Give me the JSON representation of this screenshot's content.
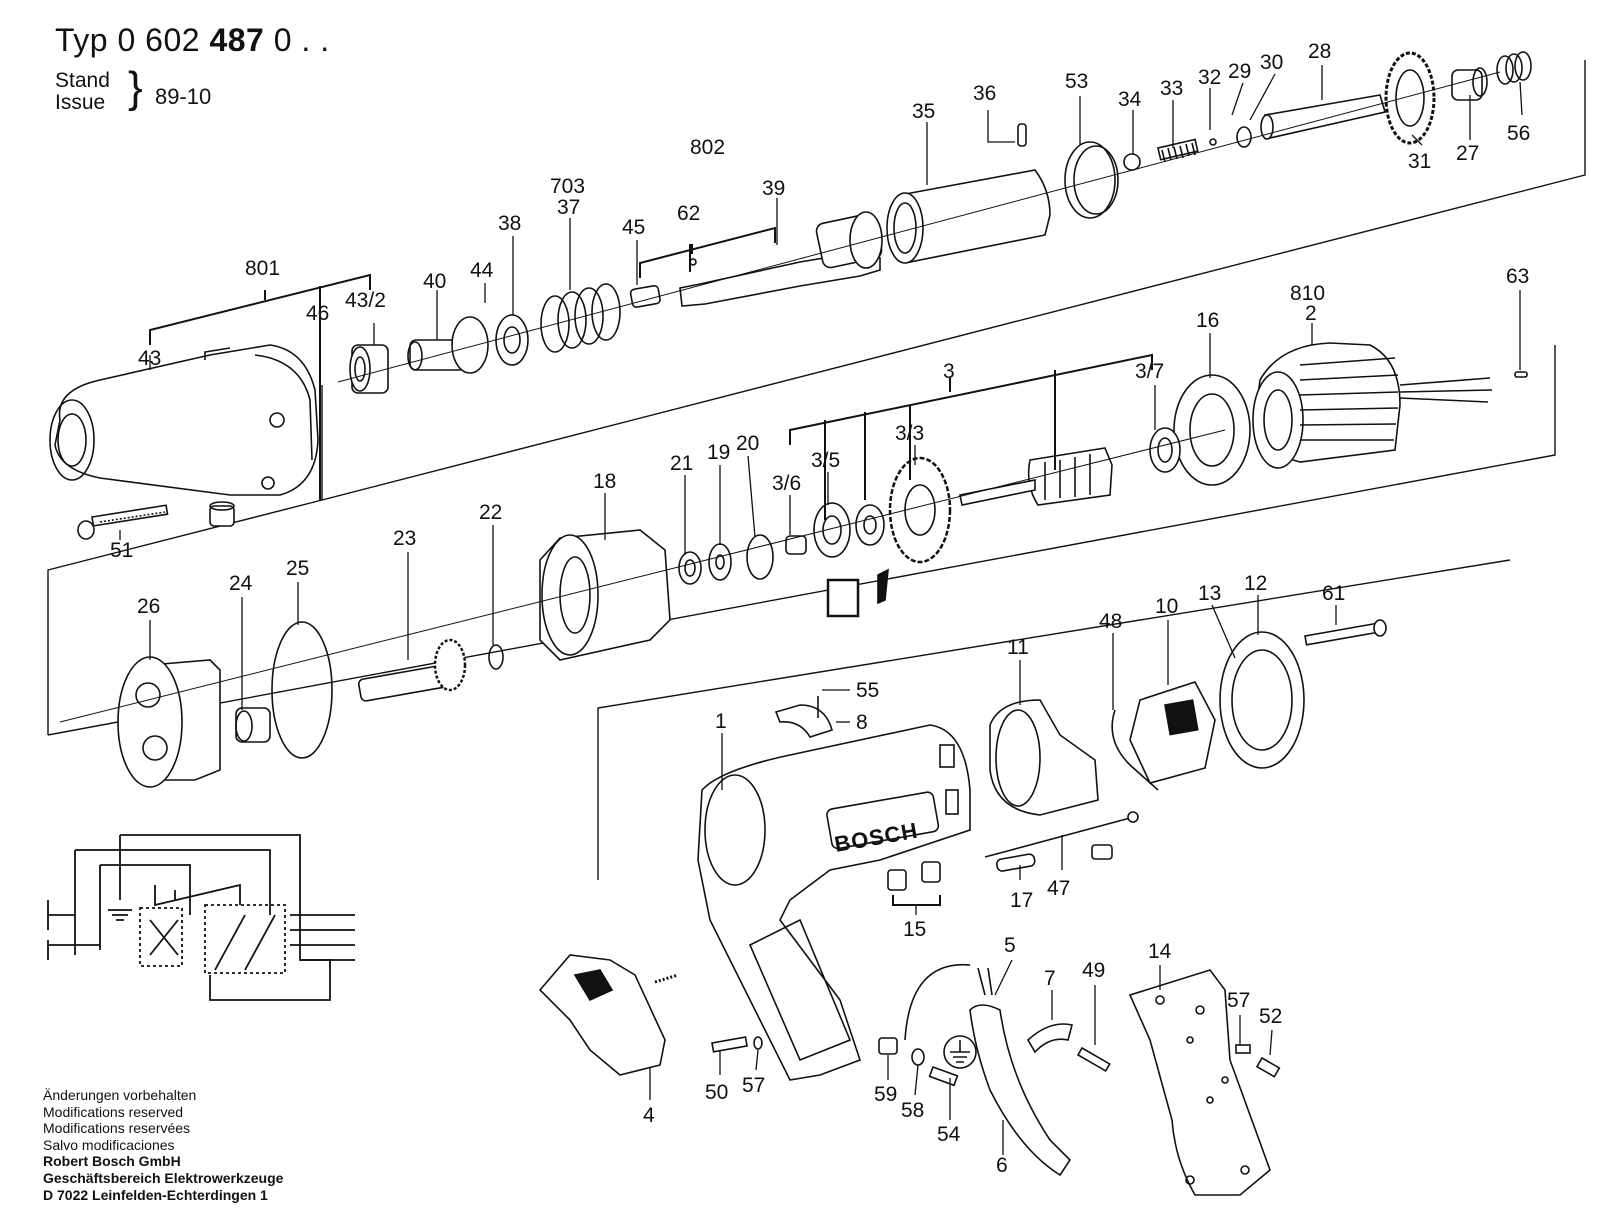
{
  "header": {
    "type_prefix": "Typ",
    "type_number": "0 602",
    "type_number_bold": "487",
    "type_suffix": "0 . .",
    "stand_label": "Stand",
    "issue_label": "Issue",
    "issue_date": "89-10"
  },
  "footer": {
    "lines": [
      "Änderungen vorbehalten",
      "Modifications reserved",
      "Modifications reservées",
      "Salvo modificaciones"
    ],
    "company_lines": [
      "Robert Bosch GmbH",
      "Geschäftsbereich Elektrowerkzeuge",
      "D 7022 Leinfelden-Echterdingen 1"
    ]
  },
  "brand_text": "BOSCH",
  "part_numbers": {
    "p801": "801",
    "p43": "43",
    "p46": "46",
    "p43_2": "43/2",
    "p40": "40",
    "p44": "44",
    "p38": "38",
    "p703": "703",
    "p37": "37",
    "p45": "45",
    "p802": "802",
    "p62": "62",
    "p39": "39",
    "p35": "35",
    "p36": "36",
    "p53": "53",
    "p34": "34",
    "p33": "33",
    "p32": "32",
    "p29": "29",
    "p30": "30",
    "p28": "28",
    "p31": "31",
    "p27": "27",
    "p56": "56",
    "p51": "51",
    "p63": "63",
    "p810": "810",
    "p2": "2",
    "p16": "16",
    "p3": "3",
    "p3_7": "3/7",
    "p3_3": "3/3",
    "p3_5": "3/5",
    "p3_6": "3/6",
    "p21": "21",
    "p19": "19",
    "p20": "20",
    "p18": "18",
    "p22": "22",
    "p23": "23",
    "p25": "25",
    "p24": "24",
    "p26": "26",
    "p61": "61",
    "p12": "12",
    "p13": "13",
    "p10": "10",
    "p48": "48",
    "p11": "11",
    "p55": "55",
    "p8": "8",
    "p1": "1",
    "p47": "47",
    "p17": "17",
    "p15": "15",
    "p5": "5",
    "p7": "7",
    "p49": "49",
    "p14": "14",
    "p57a": "57",
    "p52": "52",
    "p50": "50",
    "p57b": "57",
    "p4": "4",
    "p59": "59",
    "p58": "58",
    "p54": "54",
    "p6": "6"
  }
}
